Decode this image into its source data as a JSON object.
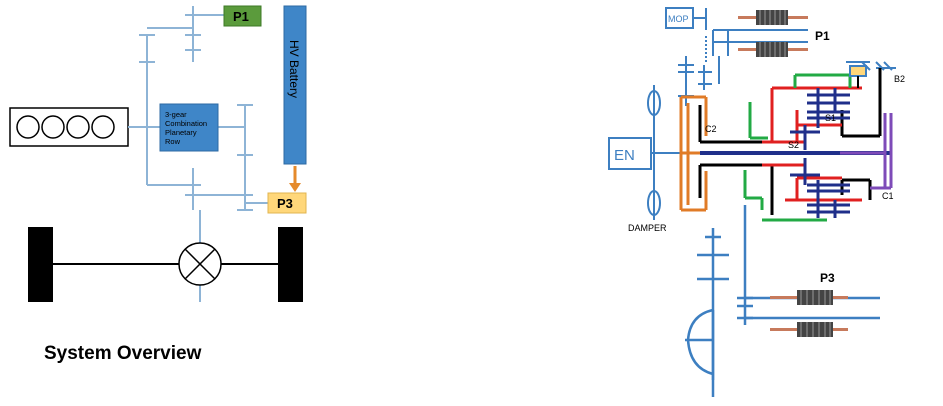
{
  "left_diagram": {
    "p1_label": "P1",
    "p3_label": "P3",
    "battery_label": "HV Battery",
    "planetary_lines": [
      "3-gear",
      "Combination",
      "Planetary",
      "Row"
    ],
    "caption": "System Overview",
    "colors": {
      "shaft": "#8eb4d6",
      "p1_fill": "#5b9b3c",
      "p3_fill": "#ffd77a",
      "battery_fill": "#3f86c8",
      "planetary_fill": "#3f86c8",
      "arrow": "#e58a2b"
    }
  },
  "right_diagram": {
    "mop_label": "MOP",
    "p1_label": "P1",
    "p3_label": "P3",
    "en_label": "EN",
    "damper_label": "DAMPER",
    "b2_label": "B2",
    "s1_label": "S1",
    "s2_label": "S2",
    "c1_label": "C1",
    "c2_label": "C2",
    "colors": {
      "shaft": "#3d7fc1",
      "orange": "#e07b27",
      "red": "#e02020",
      "green": "#22aa44",
      "navy": "#1f2f8a",
      "black": "#000000",
      "purple": "#7e4bb8",
      "stator": "#c77a5c"
    }
  }
}
